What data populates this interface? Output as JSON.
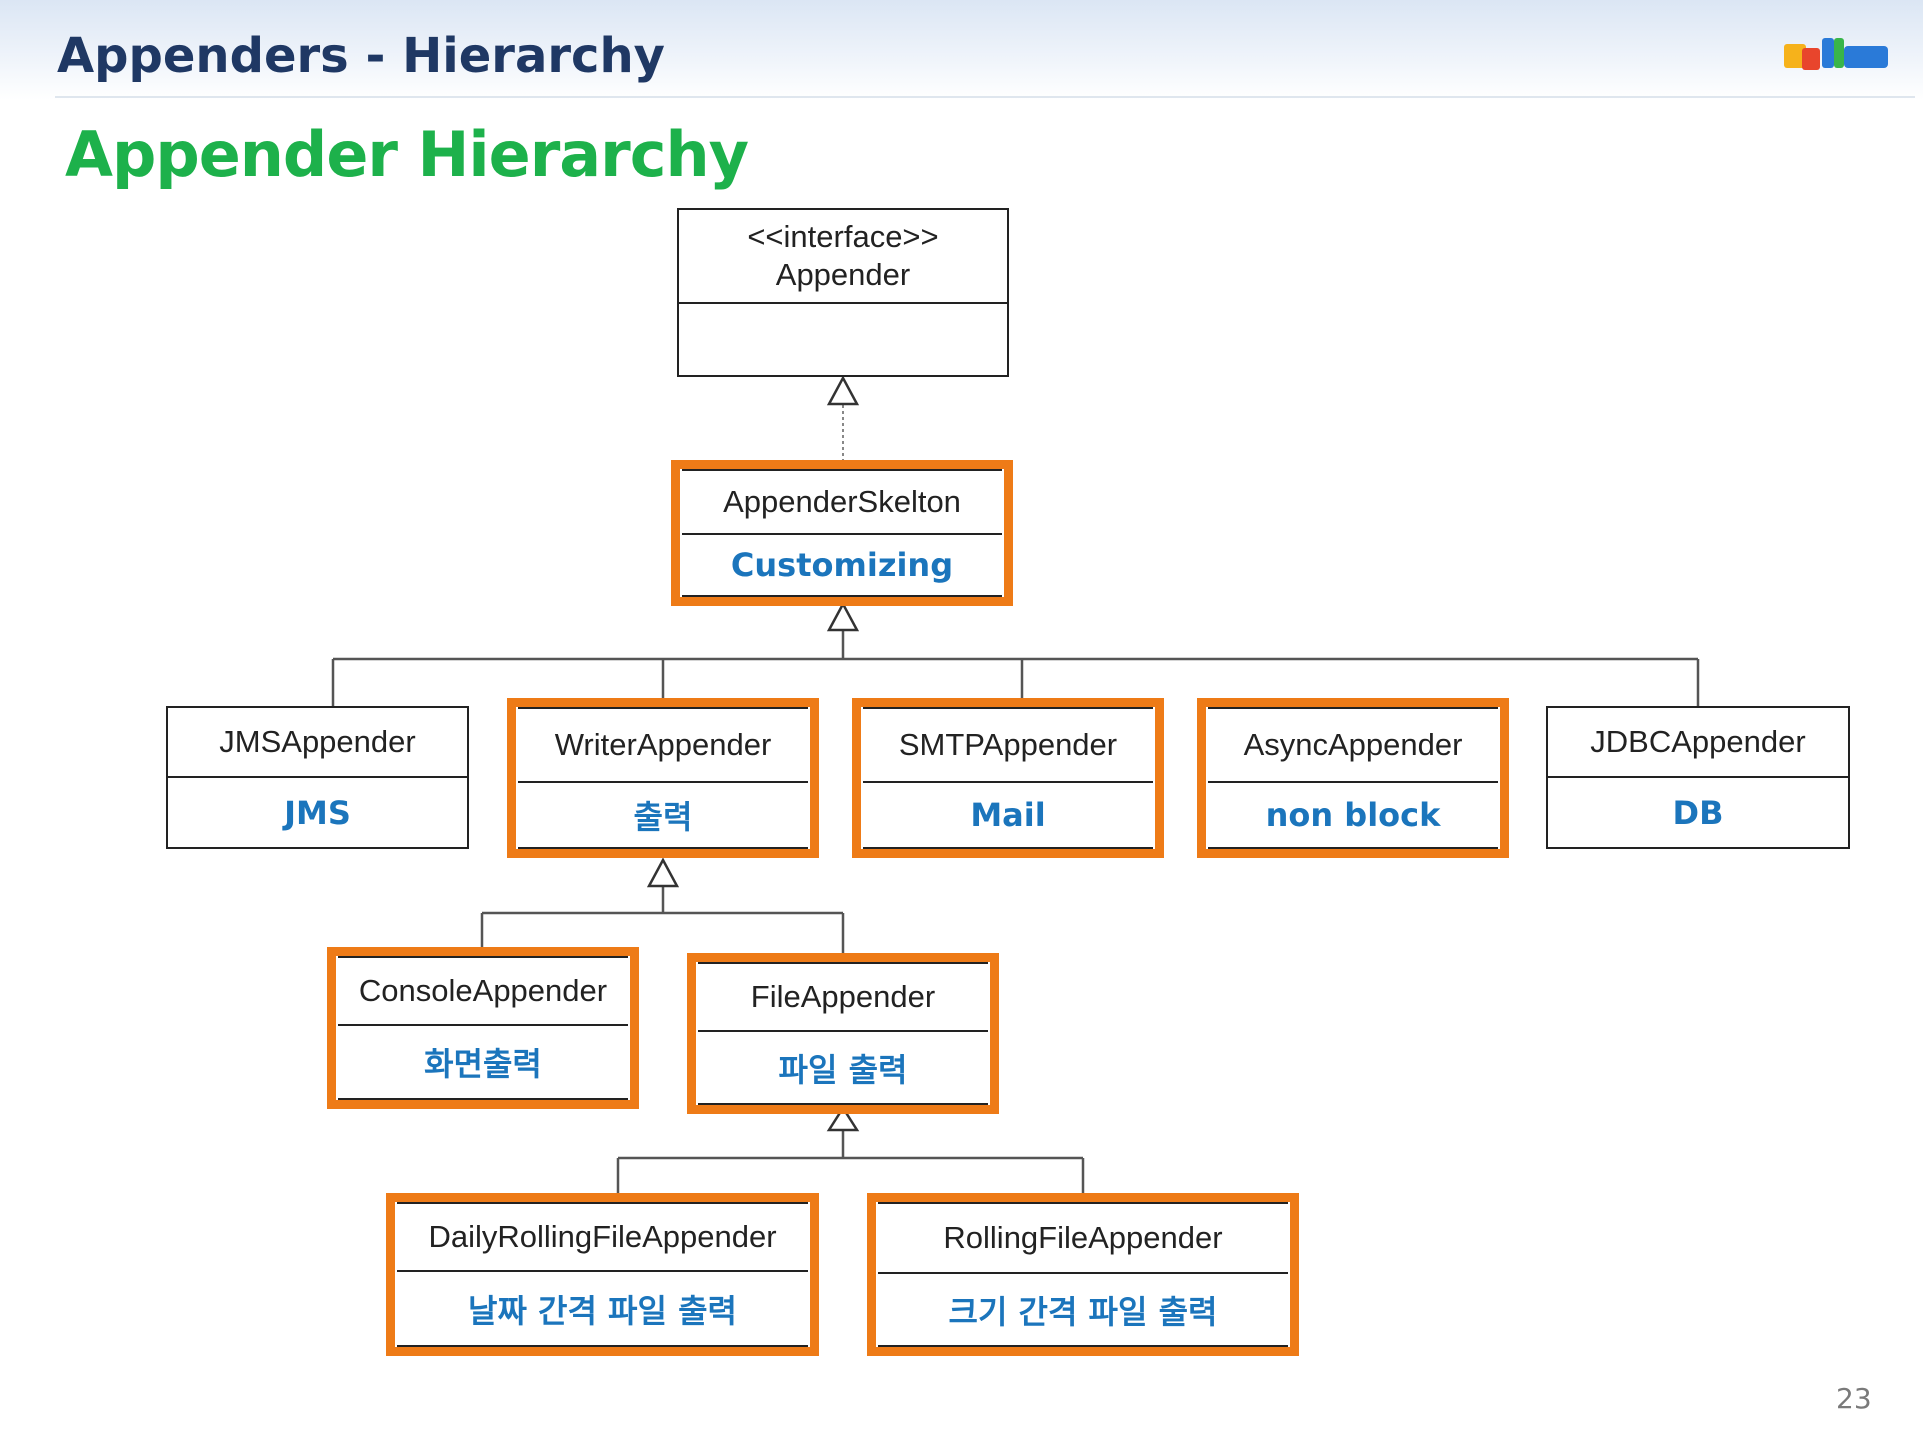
{
  "header": {
    "title": "Appenders - Hierarchy"
  },
  "logo": {
    "name": "dalim-logo",
    "colors": [
      "#f6b21b",
      "#e8452c",
      "#2a7ad8",
      "#39b54a"
    ]
  },
  "heading": "Appender Hierarchy",
  "page_number": "23",
  "colors": {
    "highlight": "#ee7b17",
    "description": "#1b75bc",
    "heading": "#1db14b",
    "header": "#1f3864"
  },
  "diagram": {
    "interface": {
      "stereotype": "<<interface>>",
      "name": "Appender"
    },
    "nodes": {
      "skeleton": {
        "name": "AppenderSkelton",
        "desc": "Customizing",
        "highlighted": true
      },
      "jms": {
        "name": "JMSAppender",
        "desc": "JMS",
        "highlighted": false
      },
      "writer": {
        "name": "WriterAppender",
        "desc": "출력",
        "highlighted": true
      },
      "smtp": {
        "name": "SMTPAppender",
        "desc": "Mail",
        "highlighted": true
      },
      "async": {
        "name": "AsyncAppender",
        "desc": "non block",
        "highlighted": true
      },
      "jdbc": {
        "name": "JDBCAppender",
        "desc": "DB",
        "highlighted": false
      },
      "console": {
        "name": "ConsoleAppender",
        "desc": "화면출력",
        "highlighted": true
      },
      "file": {
        "name": "FileAppender",
        "desc": "파일 출력",
        "highlighted": true
      },
      "daily": {
        "name": "DailyRollingFileAppender",
        "desc": "날짜 간격 파일 출력",
        "highlighted": true
      },
      "rolling": {
        "name": "RollingFileAppender",
        "desc": "크기 간격 파일 출력",
        "highlighted": true
      }
    },
    "relations": [
      {
        "from": "skeleton",
        "to": "interface",
        "type": "realization"
      },
      {
        "from": "jms",
        "to": "skeleton",
        "type": "generalization"
      },
      {
        "from": "writer",
        "to": "skeleton",
        "type": "generalization"
      },
      {
        "from": "smtp",
        "to": "skeleton",
        "type": "generalization"
      },
      {
        "from": "async",
        "to": "skeleton",
        "type": "generalization"
      },
      {
        "from": "jdbc",
        "to": "skeleton",
        "type": "generalization"
      },
      {
        "from": "console",
        "to": "writer",
        "type": "generalization"
      },
      {
        "from": "file",
        "to": "writer",
        "type": "generalization"
      },
      {
        "from": "daily",
        "to": "file",
        "type": "generalization"
      },
      {
        "from": "rolling",
        "to": "file",
        "type": "generalization"
      }
    ]
  }
}
